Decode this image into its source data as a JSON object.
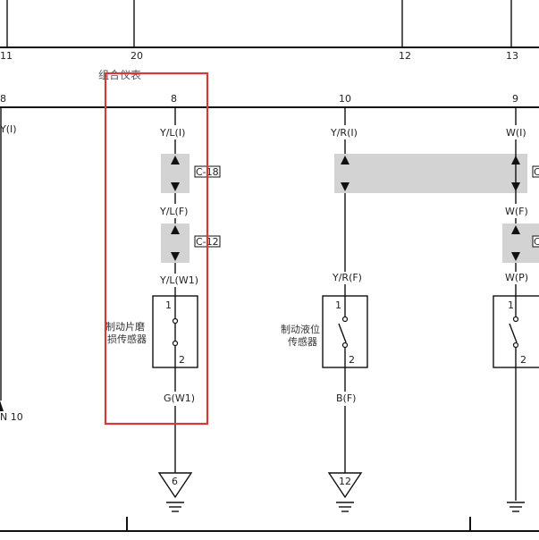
{
  "top_pins": {
    "left": "11",
    "mid": "20",
    "right_a": "12",
    "right_b": "13"
  },
  "meter_title": "组合仪表",
  "meter_pins": {
    "p8": "8",
    "p10": "10",
    "p9": "9",
    "left": "8"
  },
  "wires": {
    "left_top": "Y(I)",
    "col1_top": "Y/L(I)",
    "col1_mid": "Y/L(F)",
    "col1_low": "Y/L(W1)",
    "col1_gnd": "G(W1)",
    "col2_top": "Y/R(I)",
    "col2_low": "Y/R(F)",
    "col2_gnd": "B(F)",
    "col3_top": "W(I)",
    "col3_mid": "W(F)",
    "col3_low": "W(P)"
  },
  "connectors": {
    "c18": "C-18",
    "c12": "C-12",
    "c3a": "C",
    "c3b": "C"
  },
  "sensors": {
    "pad_wear_line1": "制动片磨",
    "pad_wear_line2": "损传感器",
    "fluid_line1": "制动液位",
    "fluid_line2": "传感器"
  },
  "switch_pins": {
    "one": "1",
    "two": "2"
  },
  "grounds": {
    "g1": "6",
    "g2": "12"
  },
  "left_bottom_label": "N 10",
  "colors": {
    "highlight": "#d33a3a",
    "connector": "#d3d3d3",
    "line": "#111111"
  }
}
